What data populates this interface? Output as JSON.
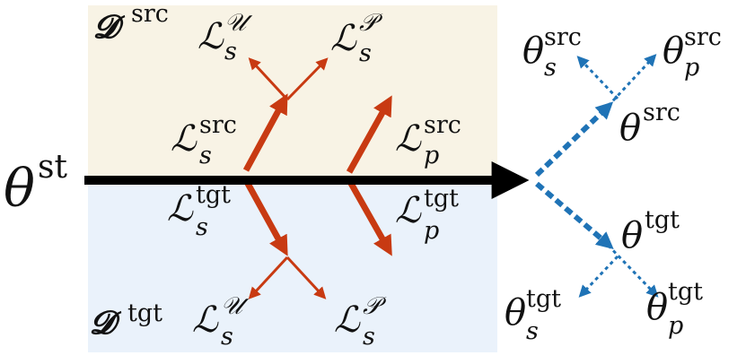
{
  "colors": {
    "src_region": "#f8f3e5",
    "tgt_region": "#eaf2fb",
    "main_arrow": "#000000",
    "loss_arrow": "#c83a12",
    "param_arrow": "#1f73b6"
  },
  "labels": {
    "theta_st": {
      "base": "θ",
      "sup": "st"
    },
    "domain_src": {
      "base": "𝓓",
      "sup": "src"
    },
    "domain_tgt": {
      "base": "𝓓",
      "sup": "tgt"
    },
    "loss_s_U_src": {
      "base": "ℒ",
      "sup": "𝒰",
      "sub": "s"
    },
    "loss_s_P_src": {
      "base": "ℒ",
      "sup": "𝒫",
      "sub": "s"
    },
    "loss_s_src": {
      "base": "ℒ",
      "sup": "src",
      "sub": "s"
    },
    "loss_p_src": {
      "base": "ℒ",
      "sup": "src",
      "sub": "p"
    },
    "loss_s_tgt": {
      "base": "ℒ",
      "sup": "tgt",
      "sub": "s"
    },
    "loss_p_tgt": {
      "base": "ℒ",
      "sup": "tgt",
      "sub": "p"
    },
    "loss_s_U_tgt": {
      "base": "ℒ",
      "sup": "𝒰",
      "sub": "s"
    },
    "loss_s_P_tgt": {
      "base": "ℒ",
      "sup": "𝒫",
      "sub": "s"
    },
    "theta_src": {
      "base": "θ",
      "sup": "src"
    },
    "theta_tgt": {
      "base": "θ",
      "sup": "tgt"
    },
    "theta_s_src": {
      "base": "θ",
      "sup": "src",
      "sub": "s"
    },
    "theta_p_src": {
      "base": "θ",
      "sup": "src",
      "sub": "p"
    },
    "theta_s_tgt": {
      "base": "θ",
      "sup": "tgt",
      "sub": "s"
    },
    "theta_p_tgt": {
      "base": "θ",
      "sup": "tgt",
      "sub": "p"
    }
  }
}
